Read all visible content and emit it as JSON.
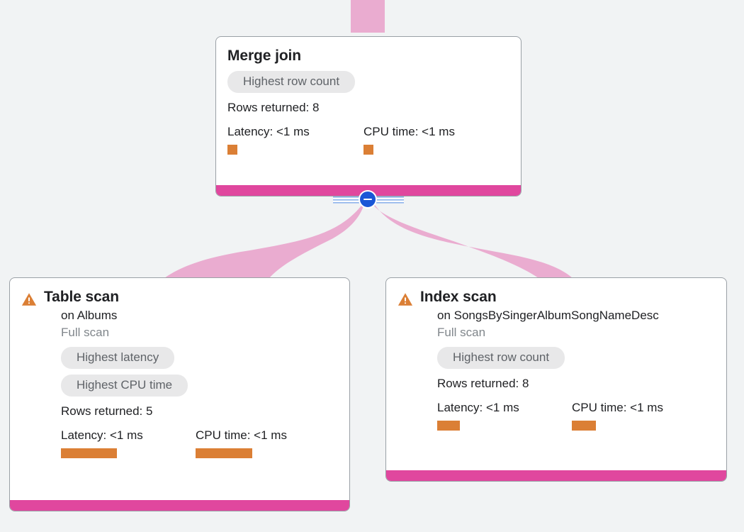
{
  "background_color": "#f1f3f4",
  "accent_color": "#e0479e",
  "edge_color": "#eeaccf",
  "bar_color": "#db7f35",
  "chip_bg": "#e8e8e9",
  "collapse_color": "#1a56d6",
  "nodes": {
    "merge_join": {
      "title": "Merge join",
      "chips": [
        "Highest row count"
      ],
      "rows_returned": "Rows returned: 8",
      "latency_label": "Latency: <1 ms",
      "cpu_label": "CPU time: <1 ms",
      "latency_bar_width": 14,
      "cpu_bar_width": 14,
      "has_warning": false
    },
    "table_scan": {
      "warning_icon": "warning-triangle-icon",
      "title": "Table scan",
      "subtitle": "on Albums",
      "scan_type": "Full scan",
      "chips": [
        "Highest latency",
        "Highest CPU time"
      ],
      "rows_returned": "Rows returned: 5",
      "latency_label": "Latency: <1 ms",
      "cpu_label": "CPU time: <1 ms",
      "latency_bar_width": 79,
      "cpu_bar_width": 80,
      "has_warning": true
    },
    "index_scan": {
      "warning_icon": "warning-triangle-icon",
      "title": "Index scan",
      "subtitle": "on SongsBySingerAlbumSongNameDesc",
      "scan_type": "Full scan",
      "chips": [
        "Highest row count"
      ],
      "rows_returned": "Rows returned: 8",
      "latency_label": "Latency: <1 ms",
      "cpu_label": "CPU time: <1 ms",
      "latency_bar_width": 32,
      "cpu_bar_width": 34,
      "has_warning": true
    }
  },
  "collapse_control": {
    "icon": "minus-circle-icon",
    "state": "expanded"
  }
}
